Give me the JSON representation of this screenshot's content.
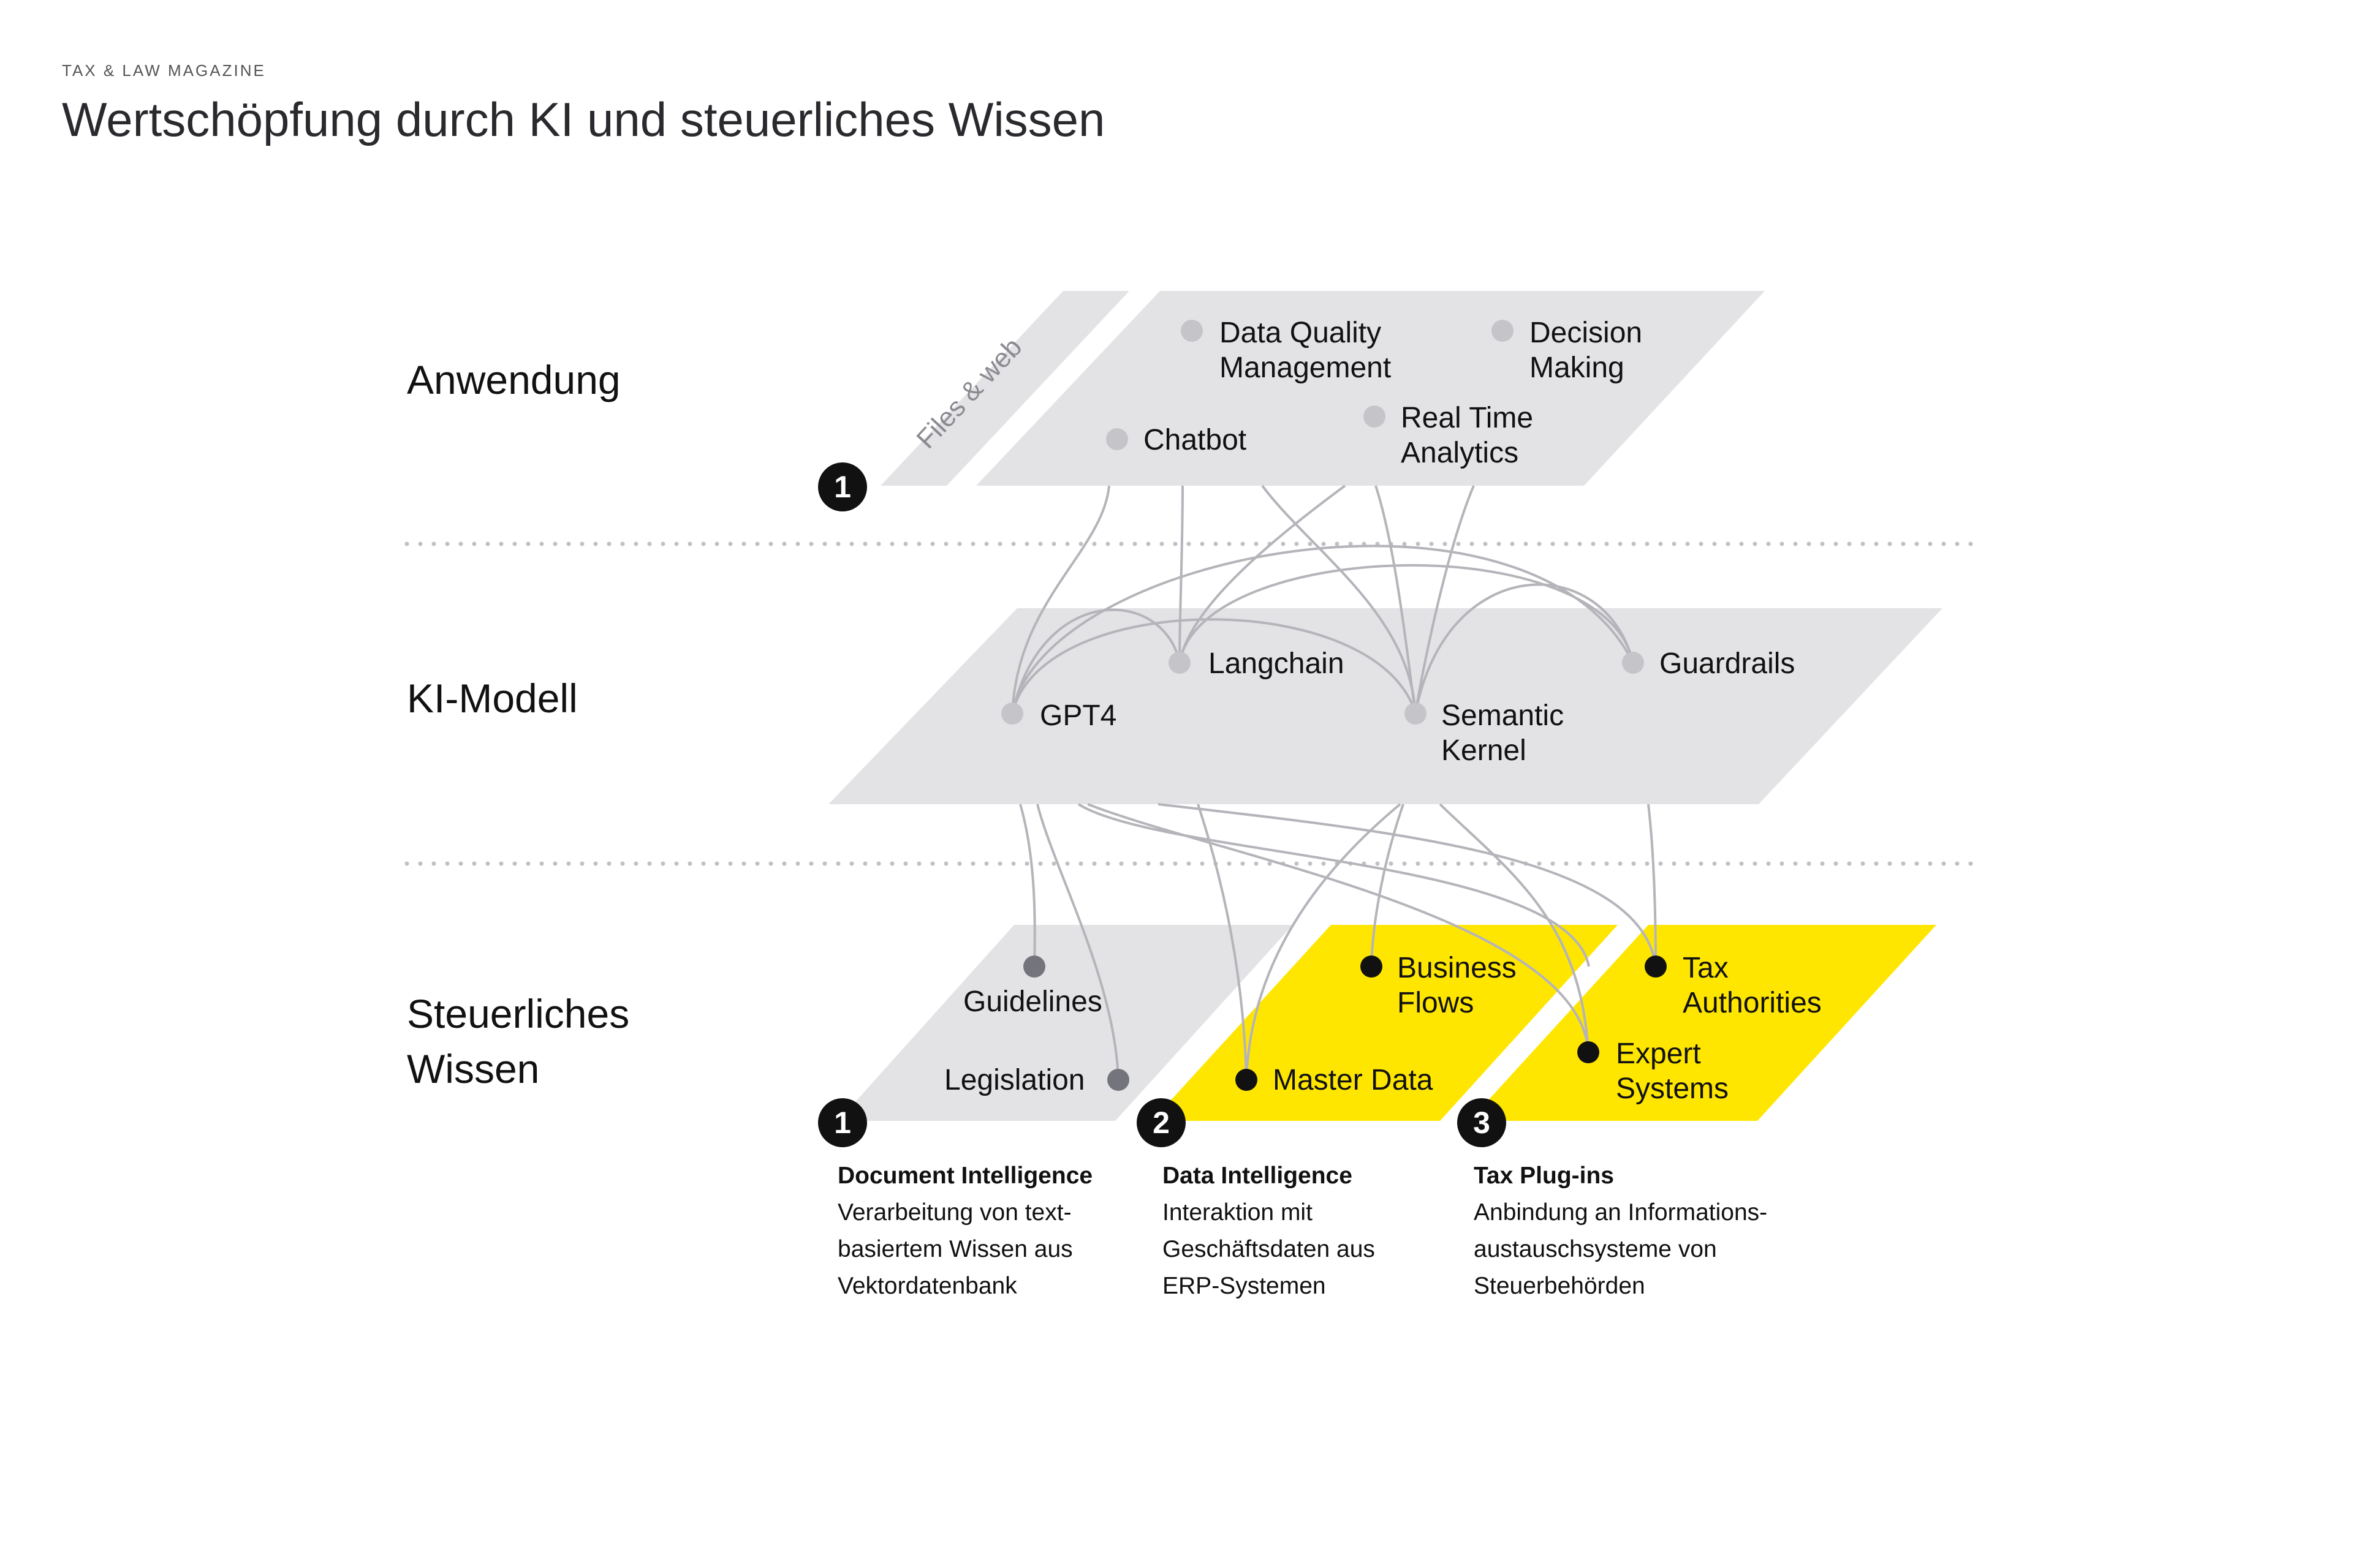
{
  "header": {
    "kicker": "TAX & LAW MAGAZINE",
    "title": "Wertschöpfung durch KI und steuerliches Wissen"
  },
  "layers": {
    "application": "Anwendung",
    "model": "KI-Modell",
    "knowledge": [
      "Steuerliches",
      "Wissen"
    ]
  },
  "application": {
    "files_web": "Files & web",
    "nodes": {
      "data_quality": [
        "Data Quality",
        "Management"
      ],
      "decision": [
        "Decision",
        "Making"
      ],
      "chatbot": [
        "Chatbot"
      ],
      "realtime": [
        "Real Time",
        "Analytics"
      ]
    }
  },
  "model": {
    "nodes": {
      "langchain": [
        "Langchain"
      ],
      "gpt4": [
        "GPT4"
      ],
      "semantic": [
        "Semantic",
        "Kernel"
      ],
      "guardrails": [
        "Guardrails"
      ]
    }
  },
  "knowledge": {
    "nodes": {
      "guidelines": [
        "Guidelines"
      ],
      "legislation": [
        "Legislation"
      ],
      "business_flows": [
        "Business",
        "Flows"
      ],
      "master_data": [
        "Master Data"
      ],
      "tax_authorities": [
        "Tax",
        "Authorities"
      ],
      "expert_systems": [
        "Expert",
        "Systems"
      ]
    }
  },
  "badges": {
    "app": "1",
    "doc": "1",
    "data": "2",
    "plugins": "3"
  },
  "legend": [
    {
      "title": "Document Intelligence",
      "desc": [
        "Verarbeitung von text-",
        "basiertem Wissen aus",
        "Vektordatenbank"
      ]
    },
    {
      "title": "Data Intelligence",
      "desc": [
        "Interaktion mit",
        "Geschäftsdaten aus",
        "ERP-Systemen"
      ]
    },
    {
      "title": "Tax Plug-ins",
      "desc": [
        "Anbindung an Informations-",
        "austauschsysteme von",
        "Steuerbehörden"
      ]
    }
  ],
  "colors": {
    "panel_grey": "#e3e3e6",
    "panel_yellow": "#ffe600",
    "dot_grey": "#c4c4c9",
    "dot_dark_grey": "#74747c",
    "dot_black": "#111111",
    "line": "#b4b4ba",
    "dotted_rule": "#c0c0c5"
  }
}
